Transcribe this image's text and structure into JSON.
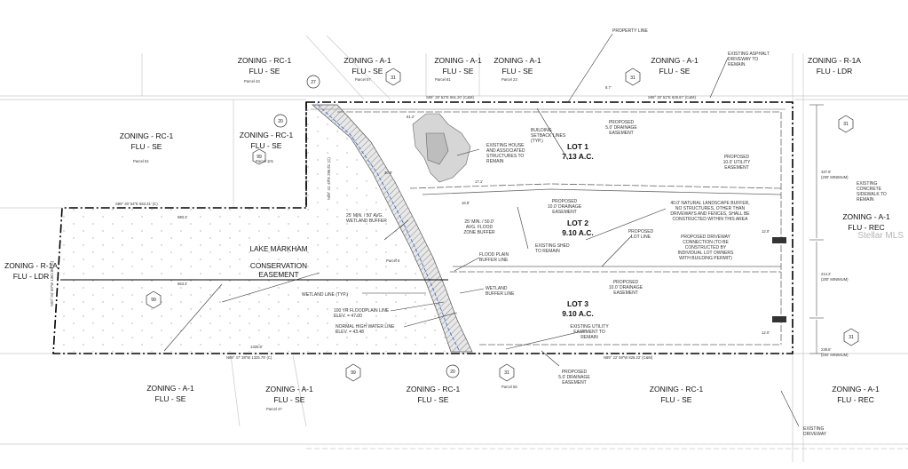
{
  "zoning_labels": [
    {
      "zone": "ZONING - RC-1",
      "flu": "FLU - SE"
    },
    {
      "zone": "ZONING - A-1",
      "flu": "FLU - SE"
    },
    {
      "zone": "ZONING - A-1",
      "flu": "FLU - SE"
    },
    {
      "zone": "ZONING - A-1",
      "flu": "FLU - SE"
    },
    {
      "zone": "ZONING - A-1",
      "flu": "FLU - SE"
    },
    {
      "zone": "ZONING - R-1A",
      "flu": "FLU - LDR"
    },
    {
      "zone": "ZONING - RC-1",
      "flu": "FLU - SE"
    },
    {
      "zone": "ZONING - RC-1",
      "flu": "FLU - SE"
    },
    {
      "zone": "ZONING - R-1A",
      "flu": "FLU - LDR"
    },
    {
      "zone": "ZONING - A-1",
      "flu": "FLU - REC"
    },
    {
      "zone": "ZONING - A-1",
      "flu": "FLU - SE"
    },
    {
      "zone": "ZONING - A-1",
      "flu": "FLU - SE"
    },
    {
      "zone": "ZONING - RC-1",
      "flu": "FLU - SE"
    },
    {
      "zone": "ZONING - RC-1",
      "flu": "FLU - SE"
    },
    {
      "zone": "ZONING - A-1",
      "flu": "FLU - REC"
    }
  ],
  "lots": [
    {
      "name": "LOT 1",
      "area": "7.13 A.C."
    },
    {
      "name": "LOT 2",
      "area": "9.10 A.C."
    },
    {
      "name": "LOT 3",
      "area": "9.10 A.C."
    }
  ],
  "lake": {
    "name": "LAKE MARKHAM",
    "easement_1": "CONSERVATION",
    "easement_2": "EASEMENT"
  },
  "road_numbers": [
    "27",
    "31",
    "31",
    "20",
    "99",
    "31",
    "99",
    "31",
    "99",
    "20",
    "31"
  ],
  "bearings": {
    "north": "S89° 30' 52\"E  861.20' (C&M)",
    "north_east": "S89° 30' 52\"E  828.87' (C&M)",
    "west_mid": "S89° 30' 54\"E  663.31' (C)",
    "south_west": "N89° 47' 38\"W  1325.79' (C)",
    "south_east": "N89° 22' 59\"W  826.22' (C&M)",
    "west_side": "N00° 04' 50\"W  1362.86' (C)",
    "inner_diag": "N09° 41' 49\"E  296.51' (C)"
  },
  "dims": {
    "d_663_3": "663.3'",
    "d_663_4": "663.4'",
    "d_1325_8": "1325.8'",
    "d_61_2": "61.2'",
    "d_30_8": "30.8'",
    "d_17_1": "17.1'",
    "d_16_9": "16.9'",
    "d_8_7": "8.7'",
    "d_12_0a": "12.0'",
    "d_12_0b": "12.0'",
    "d_347": "347.8'",
    "d_347_min": "(200' MINIMUM)",
    "d_214": "214.2'",
    "d_214_min": "(200' MINIMUM)",
    "d_238": "238.8'",
    "d_238_min": "(200' MINIMUM)"
  },
  "callouts": {
    "property_line": "PROPERTY LINE",
    "existing_asphalt": [
      "EXISTING ASPHALT",
      "DRIVEWAY TO",
      "REMAIN"
    ],
    "building_setback": [
      "BUILDING",
      "SETBACK LINES",
      "(TYP.)"
    ],
    "drain_5_top": [
      "PROPOSED",
      "5.0' DRAINAGE",
      "EASEMENT"
    ],
    "existing_house": [
      "EXISTING HOUSE",
      "AND ASSOCIATED",
      "STRUCTURES TO",
      "REMAIN"
    ],
    "utility_10": [
      "PROPOSED",
      "10.0' UTILITY",
      "EASEMENT"
    ],
    "sidewalk": [
      "EXISTING",
      "CONCRETE",
      "SIDEWALK TO",
      "REMAIN"
    ],
    "wetland_buffer_25": [
      "25' MIN. / 50' AVG.",
      "WETLAND BUFFER"
    ],
    "flood_buffer_25": [
      "25' MIN. / 50.0'",
      "AVG. FLOOD",
      "ZONE BUFFER"
    ],
    "drain_10_a": [
      "PROPOSED",
      "10.0' DRAINAGE",
      "EASEMENT"
    ],
    "natural_buffer": [
      "40.0' NATURAL LANDSCAPE BUFFER,",
      "NO STRUCTURES, OTHER THAN",
      "DRIVEWAYS AND FENCES, SHALL BE",
      "CONSTRUCTED WITHIN THIS AREA"
    ],
    "lot_line": [
      "PROPOSED",
      "LOT LINE"
    ],
    "existing_shed": [
      "EXISTING SHED",
      "TO REMAIN"
    ],
    "flood_plain": [
      "FLOOD PLAIN",
      "BUFFER LINE"
    ],
    "driveway_conn": [
      "PROPOSED DRIVEWAY",
      "CONNECTION (TO BE",
      "CONSTRUCTED BY",
      "INDIVIDUAL LOT OWNERS",
      "WITH BUILDING PERMIT)"
    ],
    "wetland_line": "WETLAND LINE (TYP.)",
    "drain_10_b": [
      "PROPOSED",
      "10.0' DRAINAGE",
      "EASEMENT"
    ],
    "wetland_buffer_line": [
      "WETLAND",
      "BUFFER LINE"
    ],
    "floodplain_100": [
      "100 YR FLOODPLAIN LINE",
      "ELEV. = 47.00"
    ],
    "high_water": [
      "NORMAL HIGH WATER LINE",
      "ELEV. = 43.48"
    ],
    "utility_remain": [
      "EXISTING UTILITY",
      "EASEMENT TO",
      "REMAIN"
    ],
    "drain_5_bot": [
      "PROPOSED",
      "5.0' DRAINAGE",
      "EASEMENT"
    ],
    "existing_driveway": [
      "EXISTING",
      "DRIVEWAY"
    ]
  },
  "parcel_notes": [
    "Parcel 61",
    "Parcel 43",
    "Parcel 57",
    "Parcel 81",
    "Parcel 23",
    "Parcel 101",
    "Parcel 47",
    "Parcel 55",
    "Parcel 6"
  ],
  "watermark": "Stellar MLS"
}
